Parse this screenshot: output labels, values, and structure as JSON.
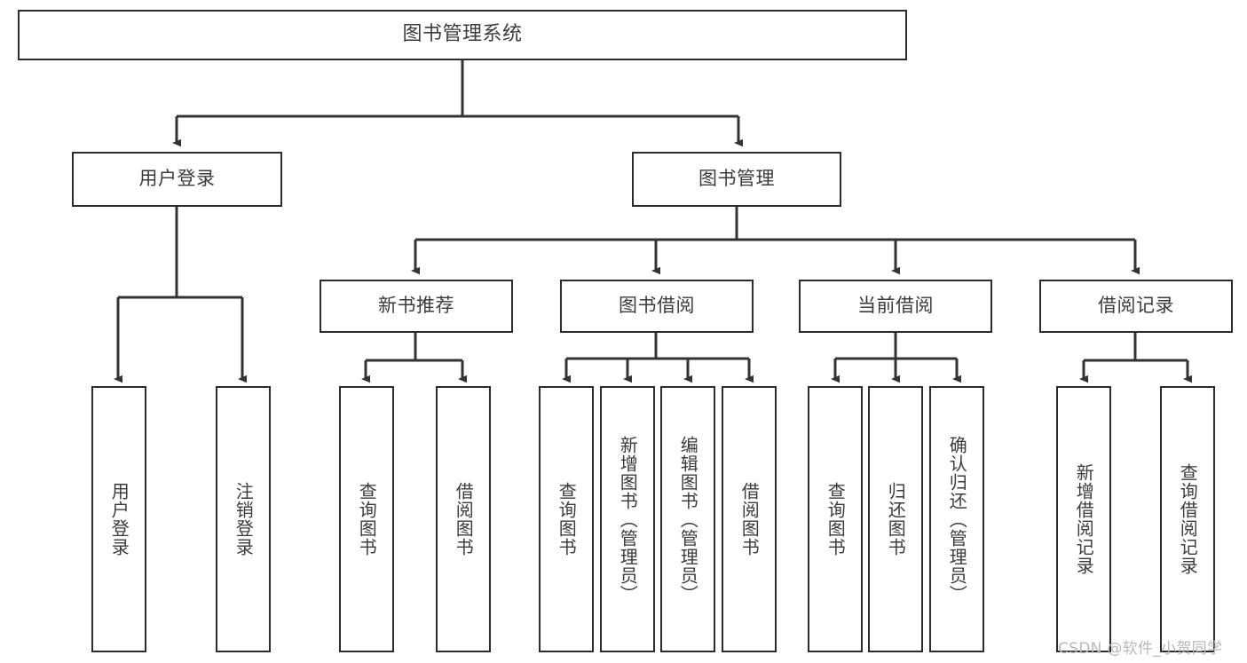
{
  "diagram": {
    "title": "图书管理系统",
    "watermark": "CSDN @软件_小贺同学",
    "colors": {
      "box_border": "#2b2b2b",
      "box_fill": "#ffffff",
      "connector": "#333333",
      "text": "#3b3b3b",
      "background": "#ffffff",
      "watermark": "#b8b8b8"
    },
    "levels": {
      "level1": [
        {
          "id": "root",
          "label": "图书管理系统"
        }
      ],
      "level2": [
        {
          "id": "user-login",
          "label": "用户登录"
        },
        {
          "id": "book-manage",
          "label": "图书管理"
        }
      ],
      "level3": [
        {
          "id": "new-book-recommend",
          "label": "新书推荐",
          "parent": "book-manage"
        },
        {
          "id": "book-borrow",
          "label": "图书借阅",
          "parent": "book-manage"
        },
        {
          "id": "current-borrow",
          "label": "当前借阅",
          "parent": "book-manage"
        },
        {
          "id": "borrow-record",
          "label": "借阅记录",
          "parent": "book-manage"
        }
      ],
      "level4": [
        {
          "id": "leaf-user-login",
          "label": "用户登录",
          "parent": "user-login"
        },
        {
          "id": "leaf-logout",
          "label": "注销登录",
          "parent": "user-login"
        },
        {
          "id": "leaf-query-book-1",
          "label": "查询图书",
          "parent": "new-book-recommend"
        },
        {
          "id": "leaf-borrow-book-1",
          "label": "借阅图书",
          "parent": "new-book-recommend"
        },
        {
          "id": "leaf-query-book-2",
          "label": "查询图书",
          "parent": "book-borrow"
        },
        {
          "id": "leaf-add-book",
          "label": "新增图书（管理员）",
          "parent": "book-borrow"
        },
        {
          "id": "leaf-edit-book",
          "label": "编辑图书（管理员）",
          "parent": "book-borrow"
        },
        {
          "id": "leaf-borrow-book-2",
          "label": "借阅图书",
          "parent": "book-borrow"
        },
        {
          "id": "leaf-query-book-3",
          "label": "查询图书",
          "parent": "current-borrow"
        },
        {
          "id": "leaf-return-book",
          "label": "归还图书",
          "parent": "current-borrow"
        },
        {
          "id": "leaf-confirm-return",
          "label": "确认归还（管理员）",
          "parent": "current-borrow"
        },
        {
          "id": "leaf-add-record",
          "label": "新增借阅记录",
          "parent": "borrow-record"
        },
        {
          "id": "leaf-query-record",
          "label": "查询借阅记录",
          "parent": "borrow-record"
        }
      ]
    }
  }
}
